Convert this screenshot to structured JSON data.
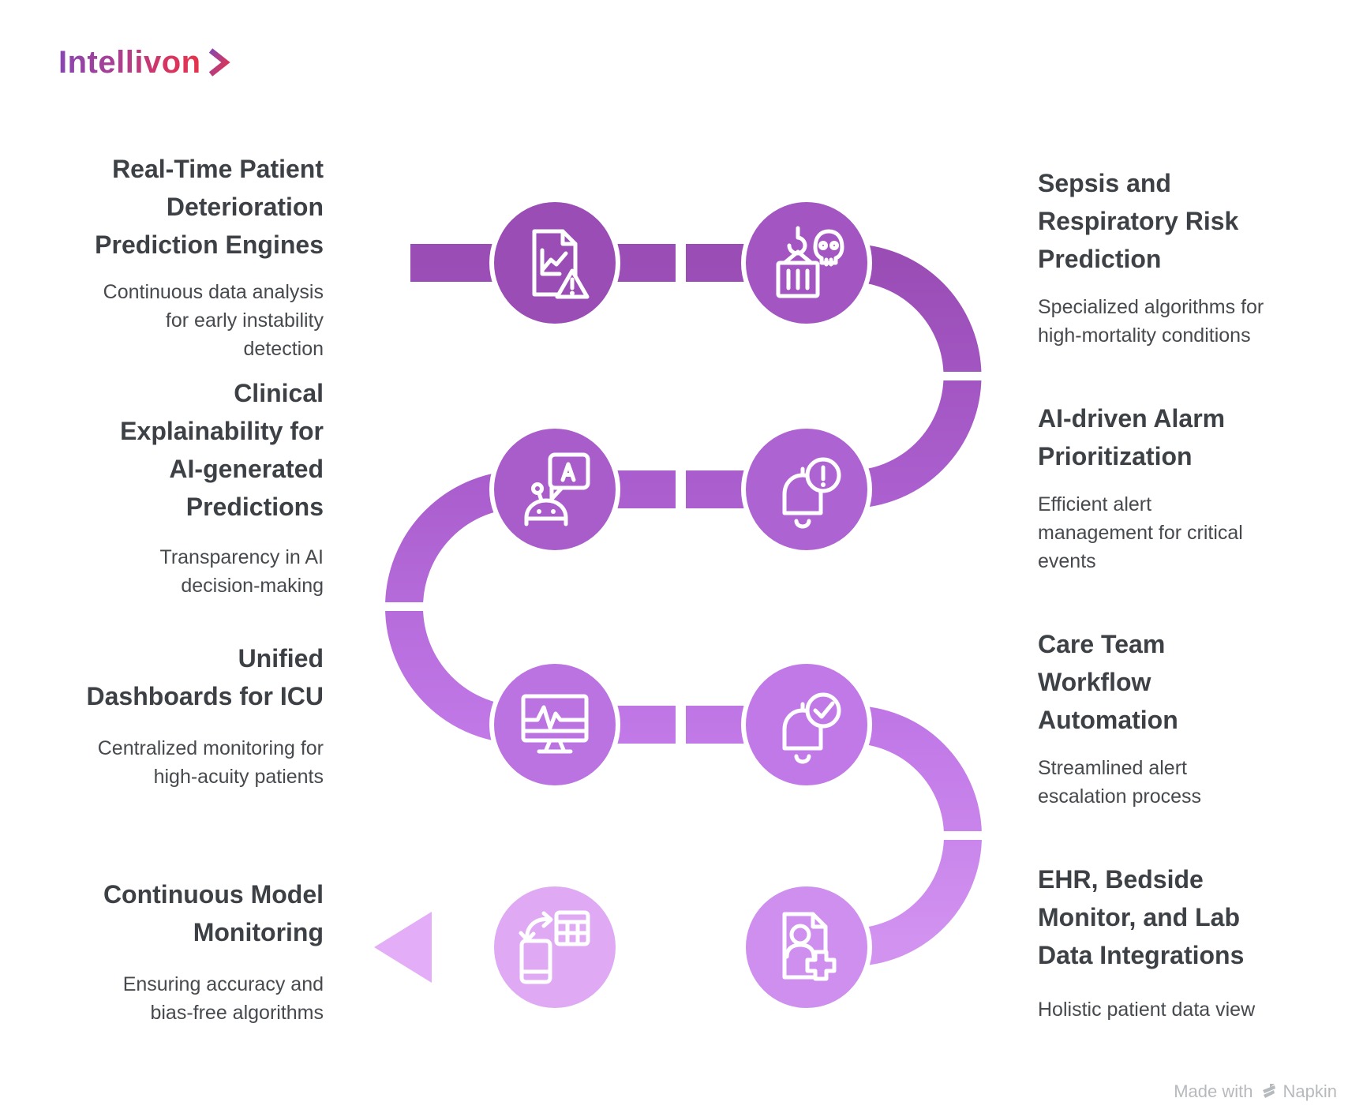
{
  "logo": {
    "text": "Intellivon",
    "chevron_icon": "chevron-right-icon"
  },
  "colors": {
    "heading": "#3d4145",
    "body": "#46494d",
    "logo": {
      "from": "#8847B0",
      "mid": "#D53563",
      "to": "#E6334A"
    },
    "ribbon_stops": [
      "#9A4DB5",
      "#AC60D0",
      "#C178E7",
      "#D293F0"
    ],
    "tail": [
      "#CE8FEE",
      "#E3ADF7"
    ],
    "arrow": "#E3ADF7",
    "circles": [
      "#9A4DB5",
      "#A355C2",
      "#A95DCB",
      "#AE63D2",
      "#BC73E2",
      "#C179E7",
      "#DFA9F4",
      "#CE8FEE"
    ],
    "footer_gray": "#b7babd"
  },
  "left_blocks": [
    {
      "title": "Real-Time Patient\nDeterioration\nPrediction Engines",
      "desc": "Continuous data analysis\nfor early instability\ndetection"
    },
    {
      "title": "Clinical\nExplainability for\nAI-generated\nPredictions",
      "desc": "Transparency in AI\ndecision-making"
    },
    {
      "title": "Unified\nDashboards for ICU",
      "desc": "Centralized monitoring for\nhigh-acuity patients"
    },
    {
      "title": "Continuous Model\nMonitoring",
      "desc": "Ensuring accuracy and\nbias-free algorithms"
    }
  ],
  "right_blocks": [
    {
      "title": "Sepsis and\nRespiratory Risk\nPrediction",
      "desc": "Specialized algorithms for\nhigh-mortality conditions"
    },
    {
      "title": "AI-driven Alarm\nPrioritization",
      "desc": "Efficient alert\nmanagement for critical\nevents"
    },
    {
      "title": "Care Team\nWorkflow\nAutomation",
      "desc": "Streamlined alert\nescalation process"
    },
    {
      "title": "EHR, Bedside\nMonitor, and Lab\nData Integrations",
      "desc": "Holistic patient data view"
    }
  ],
  "flow": {
    "steps": [
      {
        "icon": "chart-alert-document-icon"
      },
      {
        "icon": "mortality-risk-crane-icon"
      },
      {
        "icon": "ai-chat-robot-icon"
      },
      {
        "icon": "alarm-alert-bell-icon"
      },
      {
        "icon": "icu-monitor-ecg-icon"
      },
      {
        "icon": "workflow-check-bell-icon"
      },
      {
        "icon": "data-sync-devices-icon"
      },
      {
        "icon": "patient-record-plus-icon"
      }
    ]
  },
  "footer": {
    "made_with": "Made with",
    "brand": "Napkin"
  }
}
